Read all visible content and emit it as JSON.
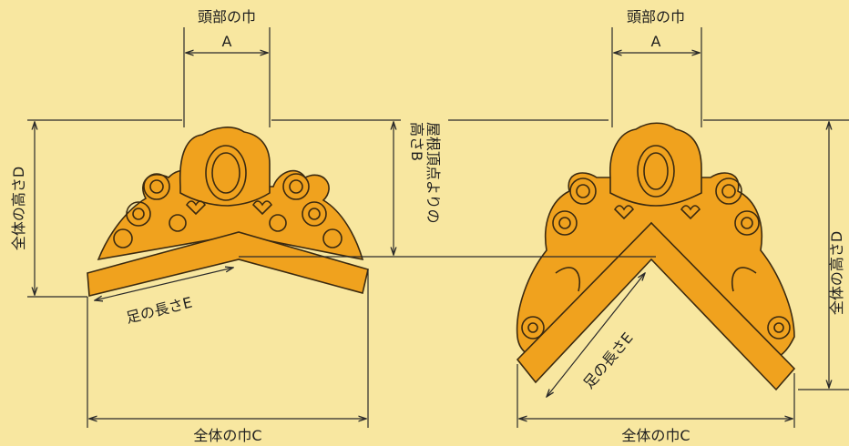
{
  "left": {
    "head_width_label": "頭部の巾",
    "a_label": "A",
    "total_height_label": "全体の高さD",
    "leg_length_label": "足の長さE",
    "total_width_label": "全体の巾C",
    "roof_height_label_line1": "屋根頂点よりの",
    "roof_height_label_line2": "高さB"
  },
  "right": {
    "head_width_label": "頭部の巾",
    "a_label": "A",
    "total_height_label": "全体の高さD",
    "leg_length_label": "足の長さE",
    "total_width_label": "全体の巾C"
  },
  "colors": {
    "background": "#f8e7a0",
    "ornament_fill": "#f0a21e",
    "outline": "#3b2a10",
    "dimension_line": "#2a2a2a"
  }
}
